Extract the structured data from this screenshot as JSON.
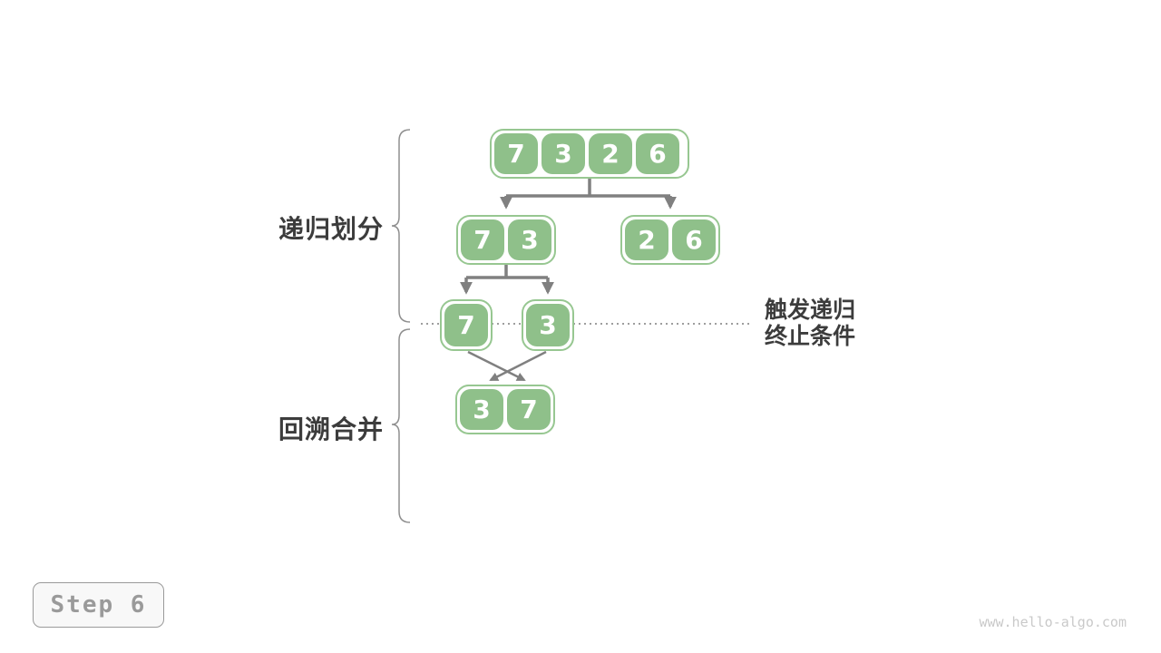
{
  "colors": {
    "cell_green": "#8fc08a",
    "group_border_green": "#97c791",
    "arrow_gray": "#808080",
    "dotted_line_gray": "#9e9e9e",
    "brace_gray": "#8f8f8f",
    "label_dark": "#3c3c3c",
    "step_gray": "#9a9a9a",
    "watermark_gray": "#c9c9c9",
    "background": "#ffffff"
  },
  "labels": {
    "divide": "递归划分",
    "merge": "回溯合并",
    "terminate_line1": "触发递归",
    "terminate_line2": "终止条件"
  },
  "step_badge": {
    "label": "Step 6"
  },
  "watermark": "www.hello-algo.com",
  "diagram": {
    "level1": {
      "cells": [
        "7",
        "3",
        "2",
        "6"
      ]
    },
    "level2_left": {
      "cells": [
        "7",
        "3"
      ]
    },
    "level2_right": {
      "cells": [
        "2",
        "6"
      ]
    },
    "level3_left": {
      "cells": [
        "7"
      ]
    },
    "level3_right": {
      "cells": [
        "3"
      ]
    },
    "merged": {
      "cells": [
        "3",
        "7"
      ]
    }
  }
}
